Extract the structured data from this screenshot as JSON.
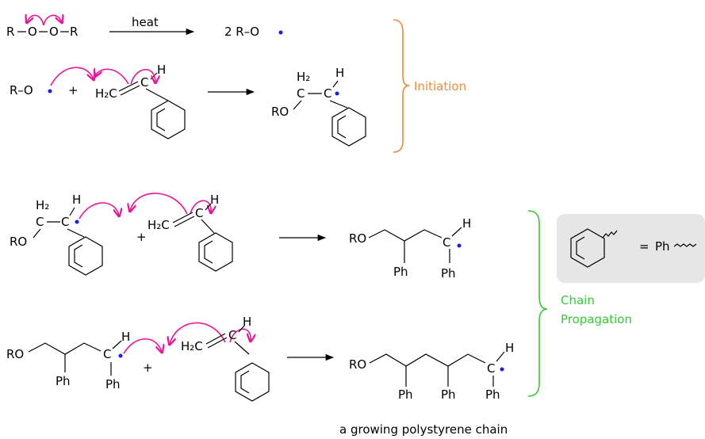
{
  "reaction1": {
    "peroxide": {
      "r1": "R",
      "o1": "O",
      "o2": "O",
      "r2": "R"
    },
    "condition": "heat",
    "product": "2  R–O"
  },
  "reaction2": {
    "radical": "R–O",
    "plus": "+",
    "alkene": {
      "ch2": "H₂C",
      "eq": "=",
      "c": "C",
      "h": "H"
    },
    "product": {
      "h2": "H₂",
      "c1": "C",
      "c2": "C",
      "h": "H",
      "ro": "RO"
    }
  },
  "initiation_label": "Initiation",
  "reaction3": {
    "reactant": {
      "h2": "H₂",
      "c1": "C",
      "c2": "C",
      "h": "H",
      "ro": "RO"
    },
    "plus": "+",
    "alkene": {
      "ch2": "H₂C",
      "c": "C",
      "h": "H"
    },
    "product": {
      "ro": "RO",
      "c": "C",
      "h": "H",
      "ph1": "Ph",
      "ph2": "Ph"
    }
  },
  "reaction4": {
    "reactant": {
      "ro": "RO",
      "c": "C",
      "h": "H",
      "ph1": "Ph",
      "ph2": "Ph"
    },
    "plus": "+",
    "alkene": {
      "ch2": "H₂C",
      "c": "C",
      "h": "H"
    },
    "product": {
      "ro": "RO",
      "c": "C",
      "h": "H",
      "ph1": "Ph",
      "ph2": "Ph",
      "ph3": "Ph"
    }
  },
  "legend": {
    "equals": "=",
    "ph": "Ph"
  },
  "propagation_label": {
    "line1": "Chain",
    "line2": "Propagation"
  },
  "caption": "a growing polystyrene chain",
  "colors": {
    "curly_arrow": "#ee1199",
    "radical_dot": "#1a1aff",
    "initiation": "#f08a3c",
    "propagation": "#33cc33",
    "legend_background": "#e6e6e6"
  }
}
